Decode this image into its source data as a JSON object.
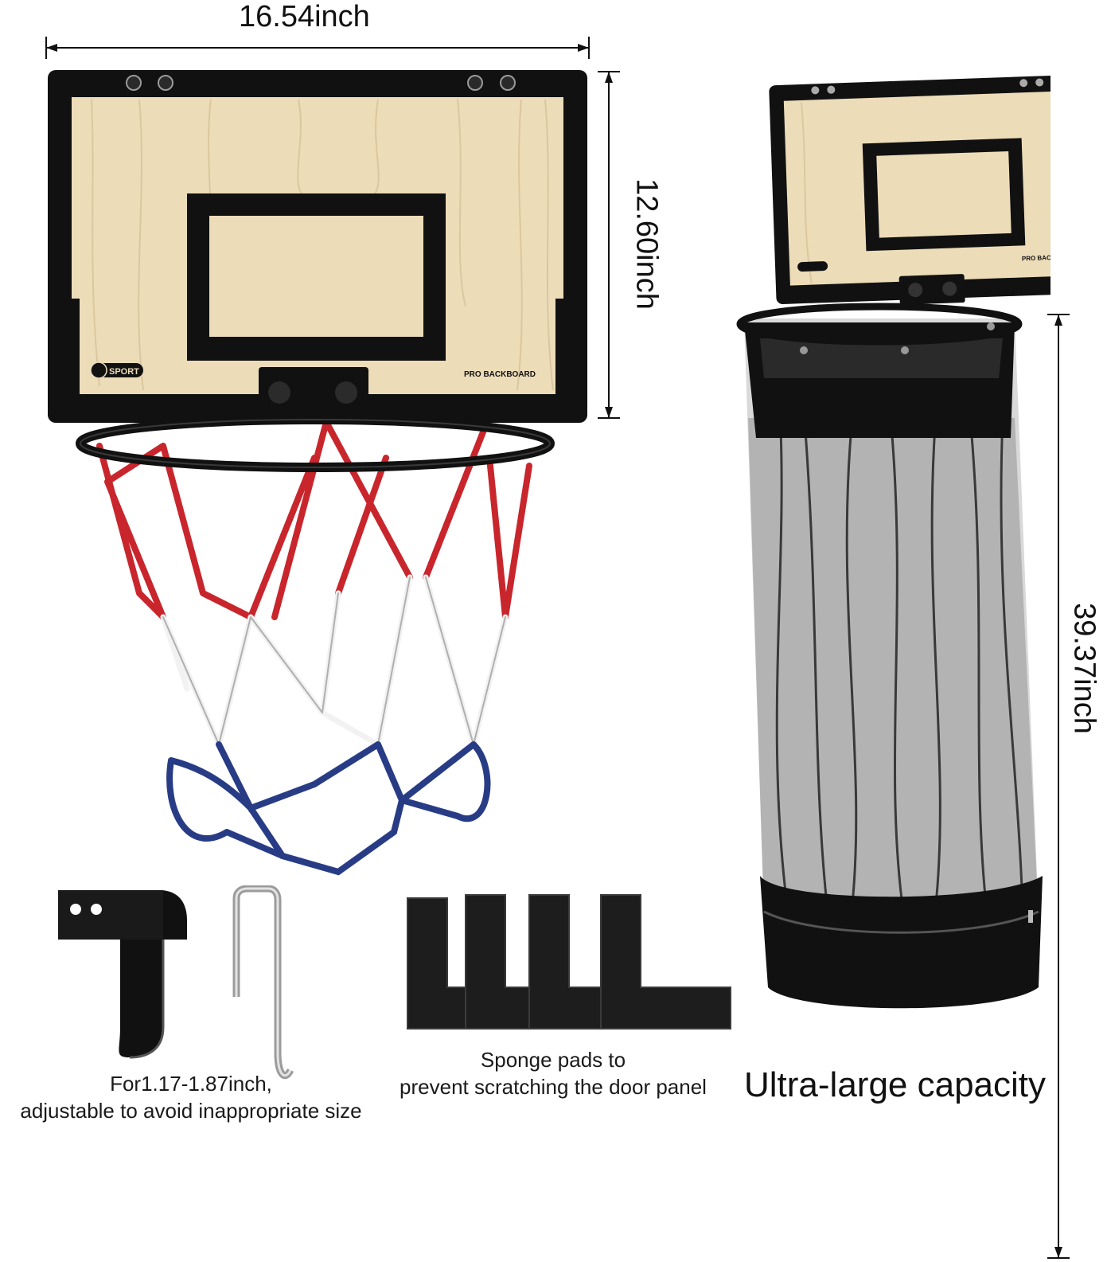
{
  "dimensions": {
    "width_label": "16.54inch",
    "height_label": "12.60inch",
    "bag_length_label": "39.37inch"
  },
  "backboard": {
    "brand_label": "SPORT",
    "model_label": "PRO BACKBOARD"
  },
  "captions": {
    "hook": "For1.17-1.87inch,\nadjustable to avoid inappropriate size",
    "hook_line1": "For1.17-1.87inch,",
    "hook_line2": "adjustable to avoid inappropriate size",
    "sponge_line1": "Sponge pads to",
    "sponge_line2": "prevent scratching the door panel",
    "capacity": "Ultra-large capacity"
  },
  "colors": {
    "frame": "#111111",
    "wood": "#ecdcb8",
    "net_red": "#c8262c",
    "net_white": "#f2f2f2",
    "net_blue": "#283c86",
    "mesh": "#1a1a1a"
  }
}
